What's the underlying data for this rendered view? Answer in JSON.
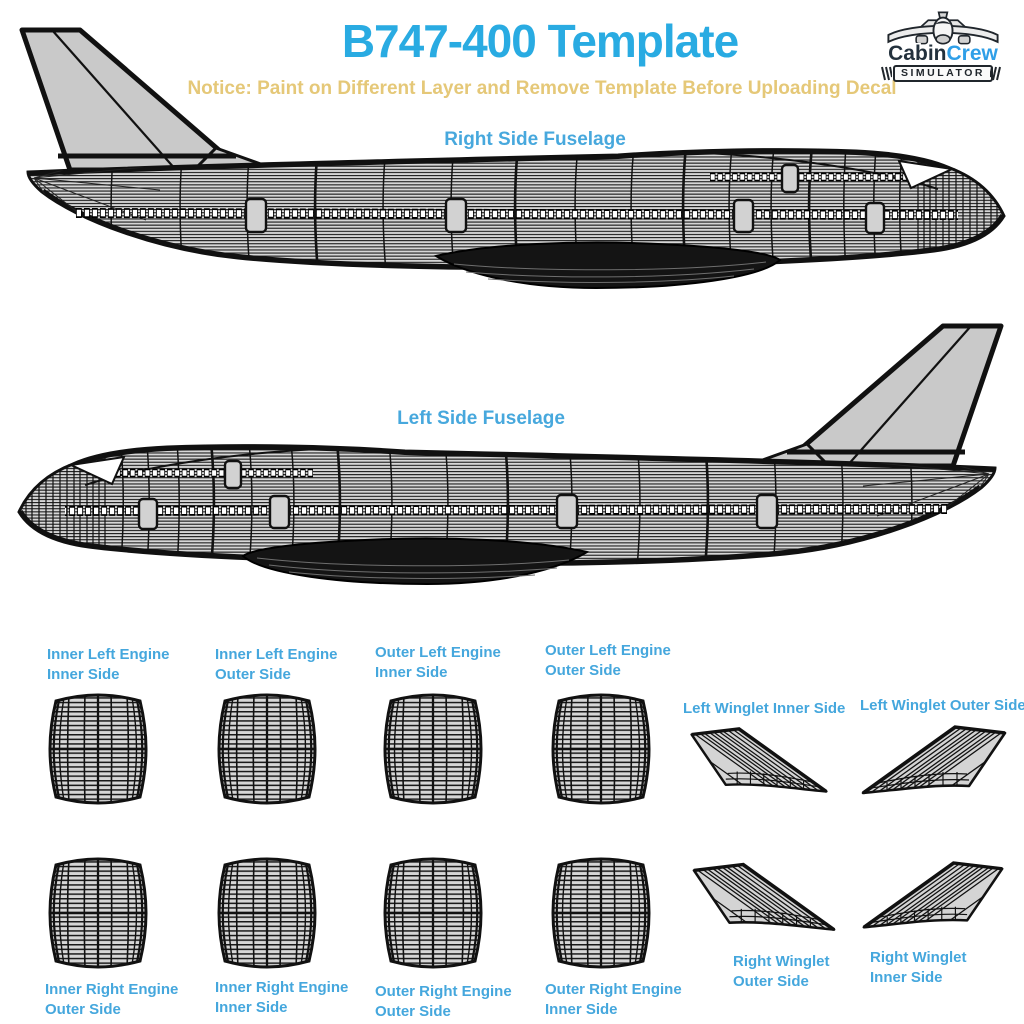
{
  "header": {
    "title": "B747-400 Template",
    "notice": "Notice: Paint on Different Layer and Remove Template Before Uploading Decal"
  },
  "logo": {
    "name_part1": "Cabin",
    "name_part2": "Crew",
    "subtitle": "SIMULATOR",
    "icon": "cartoon-airplane-icon"
  },
  "sections": {
    "right_fuselage": "Right Side Fuselage",
    "left_fuselage": "Left Side Fuselage"
  },
  "parts": {
    "engines_top": [
      {
        "line1": "Inner Left Engine",
        "line2": "Inner Side"
      },
      {
        "line1": "Inner Left Engine",
        "line2": "Outer Side"
      },
      {
        "line1": "Outer Left Engine",
        "line2": "Inner Side"
      },
      {
        "line1": "Outer Left Engine",
        "line2": "Outer Side"
      }
    ],
    "winglets_top": [
      {
        "label": "Left Winglet Inner Side"
      },
      {
        "label": "Left Winglet Outer Side"
      }
    ],
    "engines_bottom": [
      {
        "line1": "Inner Right Engine",
        "line2": "Outer Side"
      },
      {
        "line1": "Inner Right Engine",
        "line2": "Inner Side"
      },
      {
        "line1": "Outer Right Engine",
        "line2": "Outer Side"
      },
      {
        "line1": "Outer Right Engine",
        "line2": "Inner Side"
      }
    ],
    "winglets_bottom": [
      {
        "line1": "Right Winglet",
        "line2": "Outer Side"
      },
      {
        "line1": "Right Winglet",
        "line2": "Inner Side"
      }
    ]
  },
  "colors": {
    "title_blue": "#29ABE2",
    "label_blue": "#45A7DD",
    "notice_tan": "#E5C878",
    "wireframe_line": "#1A1A1A",
    "wireframe_fill": "#D6D6D6",
    "tailfin_gray": "#C9C9C9",
    "background": "#FFFFFF"
  }
}
